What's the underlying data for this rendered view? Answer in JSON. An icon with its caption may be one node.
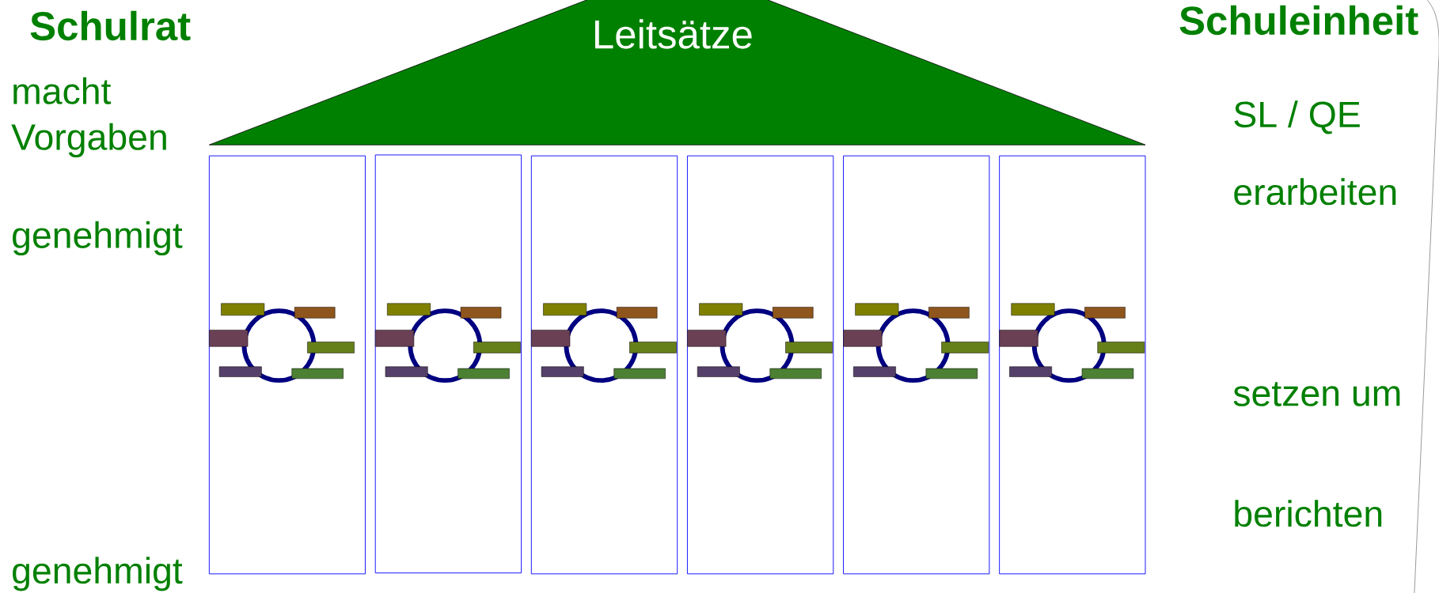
{
  "diagram": {
    "nodes": [
      {
        "text": [
          "Leitsätze"
        ]
      },
      {
        "text": [],
        "shape": "box"
      },
      {
        "text": [],
        "shape": "box"
      },
      {
        "text": [],
        "shape": "box"
      },
      {
        "text": [],
        "shape": "box"
      },
      {
        "text": [],
        "shape": "box"
      },
      {
        "text": [],
        "shape": "box"
      }
    ],
    "labels": [
      "Schulrat",
      "macht Vorgaben",
      "genehmigt",
      "genehmigt",
      "Schuleinheit",
      "SL / QE",
      "erarbeiten",
      "setzen um",
      "berichten"
    ]
  }
}
